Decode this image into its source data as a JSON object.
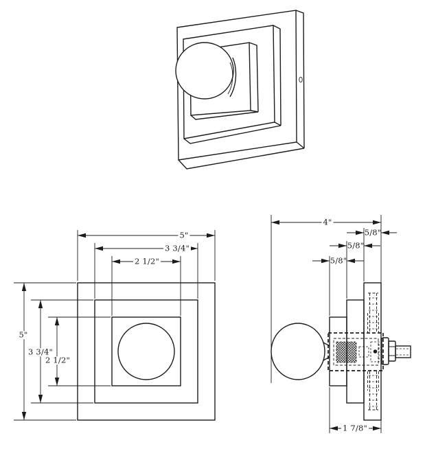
{
  "meta": {
    "background": "#ffffff",
    "ink": "#1c1c1c",
    "drawing_type": "dimensioned technical drawing of square wall-mount knob"
  },
  "front_view": {
    "width_outer": "5\"",
    "width_middle": "3 3/4\"",
    "width_inner": "2 1/2\"",
    "height_outer": "5\"",
    "height_middle": "3 3/4\"",
    "height_inner": "2 1/2\""
  },
  "side_view": {
    "depth_total": "4\"",
    "thickness_back_plate": "5/8\"",
    "thickness_middle_plate": "5/8\"",
    "thickness_front_plate": "5/8\"",
    "thickness_stack": "1 7/8\""
  }
}
